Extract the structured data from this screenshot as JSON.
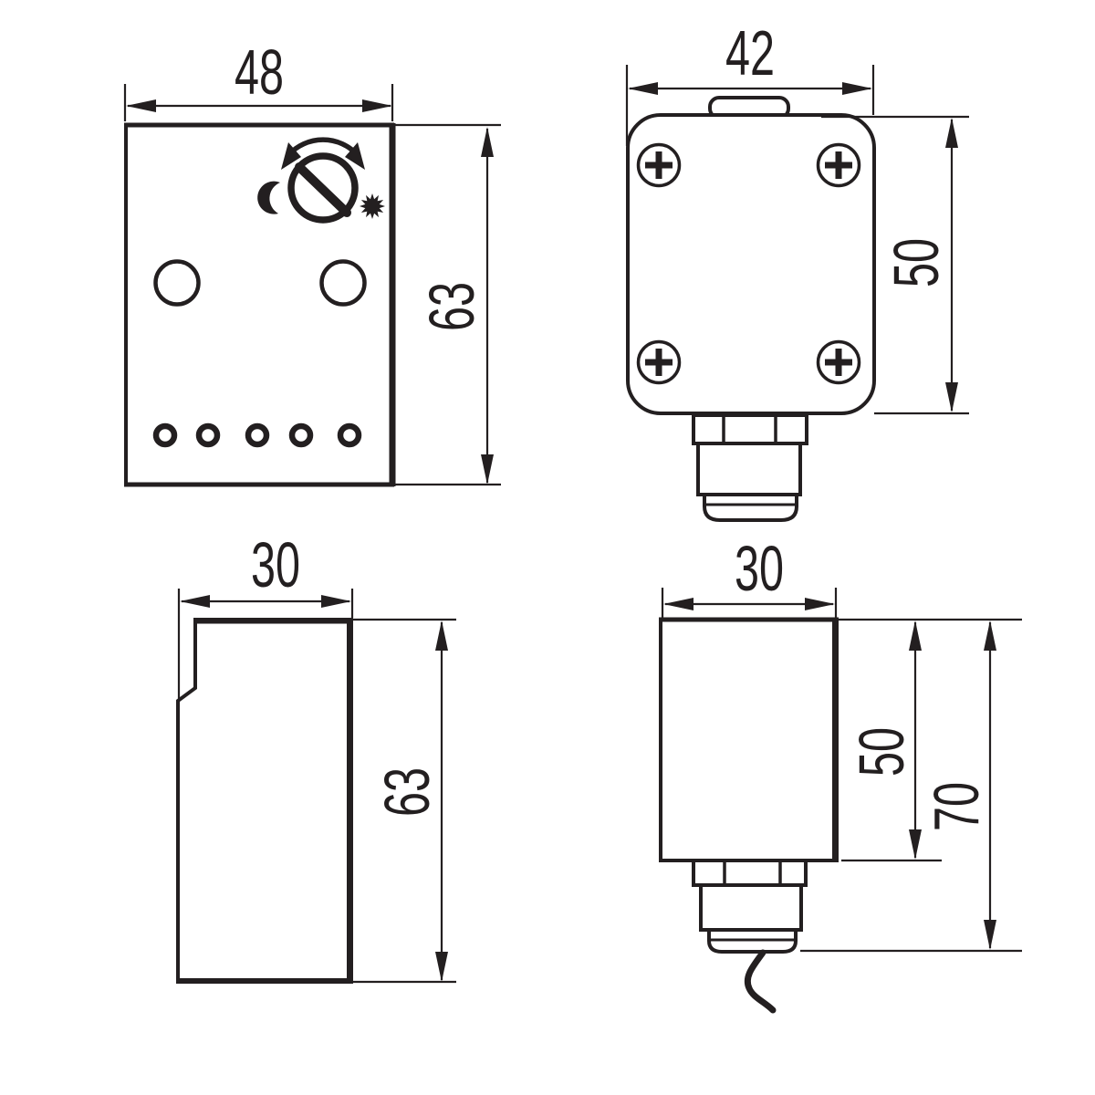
{
  "drawing": {
    "kind": "technical-dimension-drawing",
    "colors": {
      "line": "#231f20",
      "background": "#ffffff"
    },
    "views": {
      "front": {
        "width": "48",
        "height": "63"
      },
      "back": {
        "width": "42",
        "height": "50"
      },
      "side": {
        "width": "30",
        "height": "63"
      },
      "side_cable": {
        "width": "30",
        "body_height": "50",
        "total_height": "70"
      }
    },
    "icons": {
      "rotation": "rotation-arrows-icon",
      "knob": "dial-knob-icon",
      "moon": "moon-icon",
      "sun": "sun-icon",
      "screw": "phillips-screw-icon"
    }
  }
}
